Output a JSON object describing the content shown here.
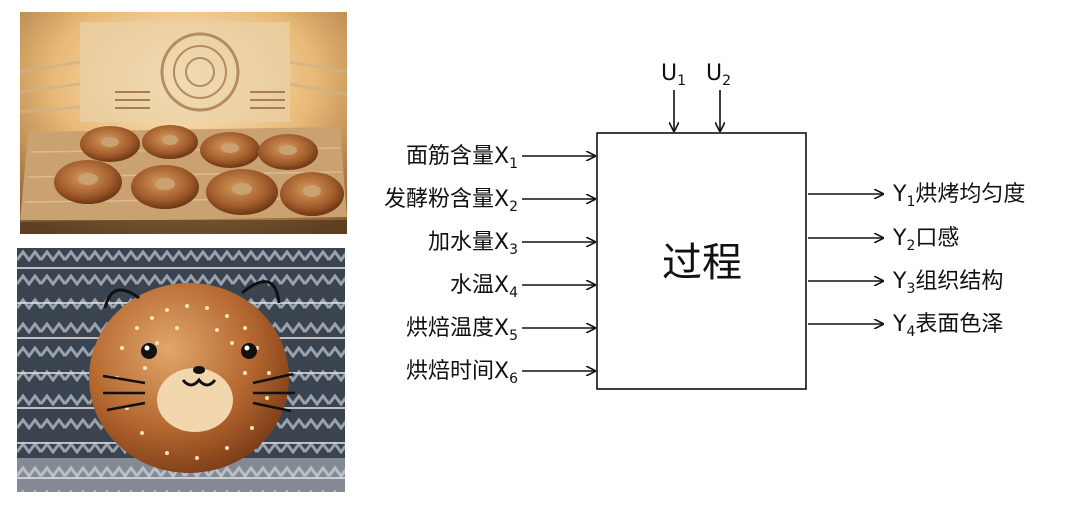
{
  "diagram": {
    "center_label": "过程",
    "controls": [
      {
        "text": "U",
        "sub": "1"
      },
      {
        "text": "U",
        "sub": "2"
      }
    ],
    "inputs": [
      {
        "text": "面筋含量X",
        "sub": "1"
      },
      {
        "text": "发酵粉含量X",
        "sub": "2"
      },
      {
        "text": "加水量X",
        "sub": "3"
      },
      {
        "text": "水温X",
        "sub": "4"
      },
      {
        "text": "烘焙温度X",
        "sub": "5"
      },
      {
        "text": "烘焙时间X",
        "sub": "6"
      }
    ],
    "outputs": [
      {
        "pre": "Y",
        "sub": "1",
        "text": "烘烤均匀度"
      },
      {
        "pre": "Y",
        "sub": "2",
        "text": "口感"
      },
      {
        "pre": "Y",
        "sub": "3",
        "text": "组织结构"
      },
      {
        "pre": "Y",
        "sub": "4",
        "text": "表面色泽"
      }
    ]
  },
  "photos": [
    {
      "name": "oven-bagels-photo"
    },
    {
      "name": "cat-face-bagel-photo"
    }
  ],
  "colors": {
    "line": "#111111",
    "box_fill": "#ffffff"
  }
}
